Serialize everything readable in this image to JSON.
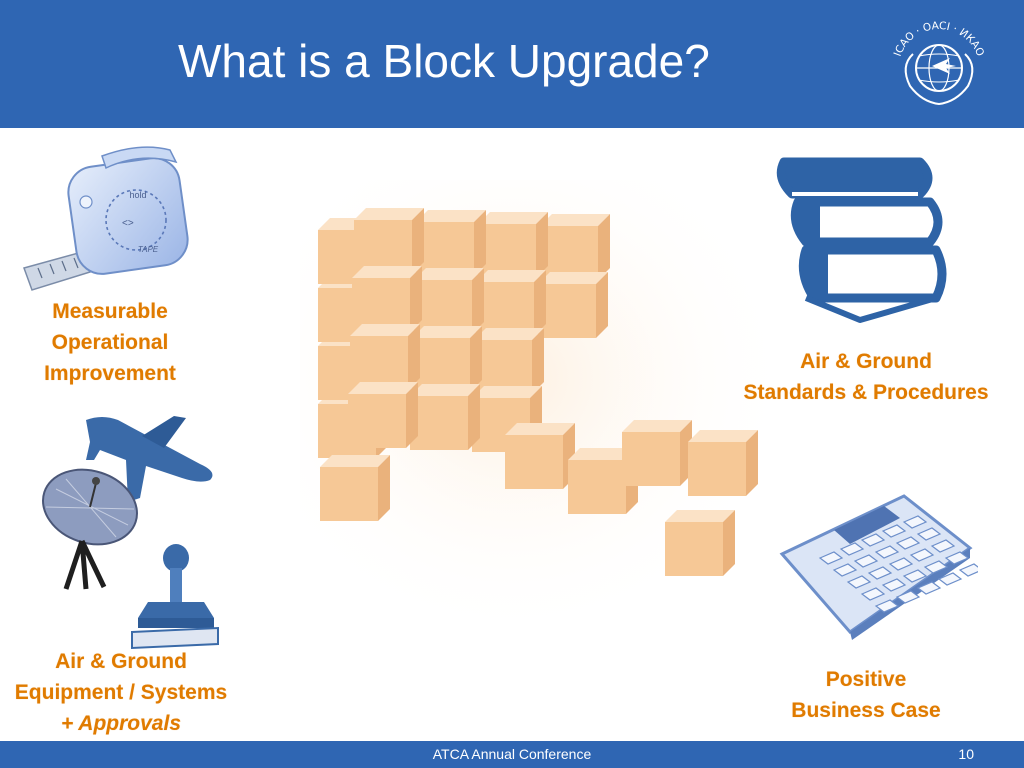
{
  "slide": {
    "title": "What is a Block Upgrade?",
    "logo_text": "ICAO · OACI · ИКАО",
    "colors": {
      "header": "#2f66b3",
      "accent": "#e07b00",
      "cube": "#f4c08e",
      "icon_blue": "#3569a8"
    }
  },
  "labels": {
    "measurable": {
      "line1": "Measurable",
      "line2": "Operational",
      "line3": "Improvement"
    },
    "standards": {
      "line1": "Air & Ground",
      "line2": "Standards & Procedures"
    },
    "equipment": {
      "line1": "Air & Ground",
      "line2": "Equipment / Systems",
      "line3": "+ Approvals"
    },
    "business": {
      "line1": "Positive",
      "line2": "Business Case"
    }
  },
  "icons": {
    "tape_measure": {
      "name": "tape-measure-icon",
      "hold_text": "hold",
      "brand_text": "TAPE"
    },
    "books": {
      "name": "book-stack-icon"
    },
    "aircraft": {
      "name": "airplane-icon"
    },
    "antenna": {
      "name": "satellite-dish-icon"
    },
    "stamp": {
      "name": "approval-stamp-icon"
    },
    "calculator": {
      "name": "calculator-icon"
    },
    "cubes": {
      "name": "block-cubes-graphic"
    }
  },
  "footer": {
    "conference": "ATCA Annual Conference",
    "page_number": "10"
  }
}
